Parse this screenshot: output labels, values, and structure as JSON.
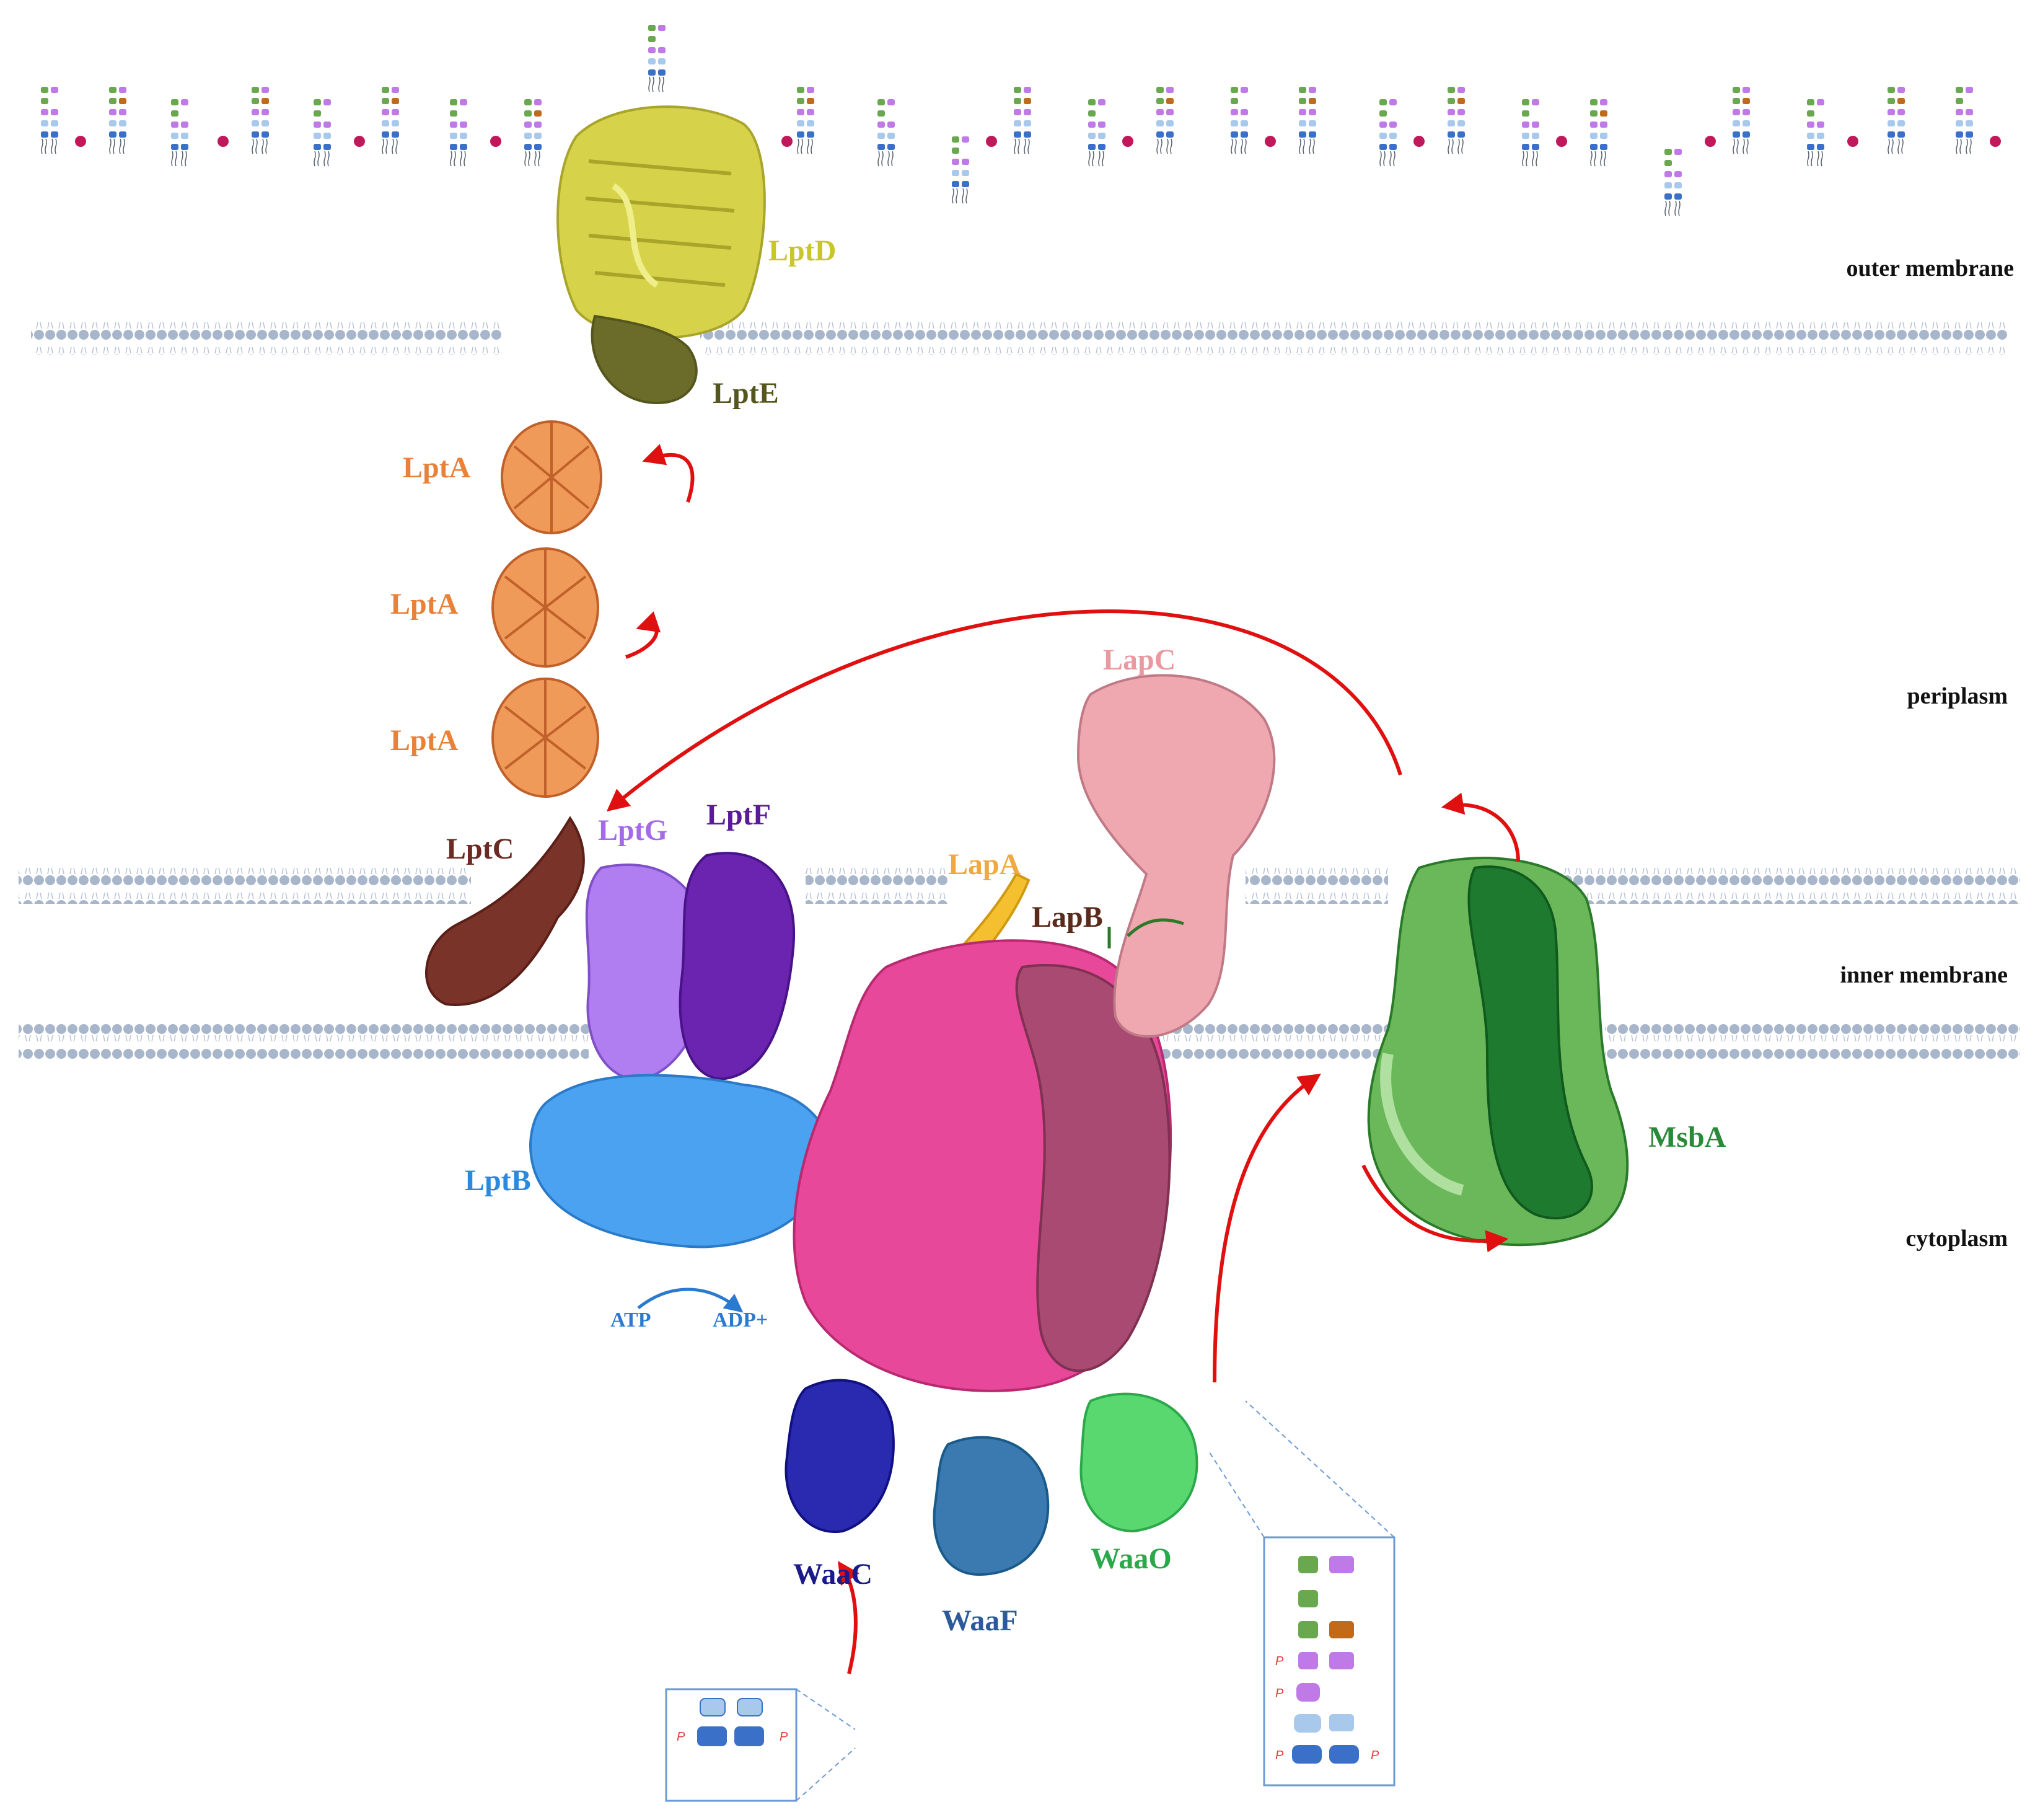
{
  "regions": {
    "outer_membrane": "outer membrane",
    "periplasm": "periplasm",
    "inner_membrane": "inner membrane",
    "cytoplasm": "cytoplasm"
  },
  "proteins": {
    "lptd": "LptD",
    "lpte": "LptE",
    "lpta_1": "LptA",
    "lpta_2": "LptA",
    "lpta_3": "LptA",
    "lptc": "LptC",
    "lptg": "LptG",
    "lptf": "LptF",
    "lptb": "LptB",
    "lapa": "LapA",
    "lapb": "LapB",
    "lapc": "LapC",
    "msba": "MsbA",
    "waac": "WaaC",
    "waaf": "WaaF",
    "waao": "WaaO"
  },
  "atp_cycle": {
    "atp": "ATP",
    "adp": "ADP+"
  },
  "phosphate_symbol": "P",
  "colors": {
    "lptd": "#c9c62a",
    "lpte": "#55561e",
    "lpta": "#e8823a",
    "lptc": "#6b2a22",
    "lptg": "#a46be8",
    "lptf": "#5a1a99",
    "lptb": "#2a8ae0",
    "lapa": "#f0a840",
    "lapb": "#5a2a1a",
    "lapc": "#e89aa0",
    "msba": "#2a8a3a",
    "waac": "#1a1a8a",
    "waaf": "#2a5a9a",
    "waao": "#2aa84a",
    "transport_arrow": "#e01010",
    "membrane_head": "#a8b6cc",
    "heptose": "#c07ae8",
    "kdo": "#6aa84f",
    "glucosamine": "#3a70c8",
    "galactose": "#c06a1a"
  }
}
